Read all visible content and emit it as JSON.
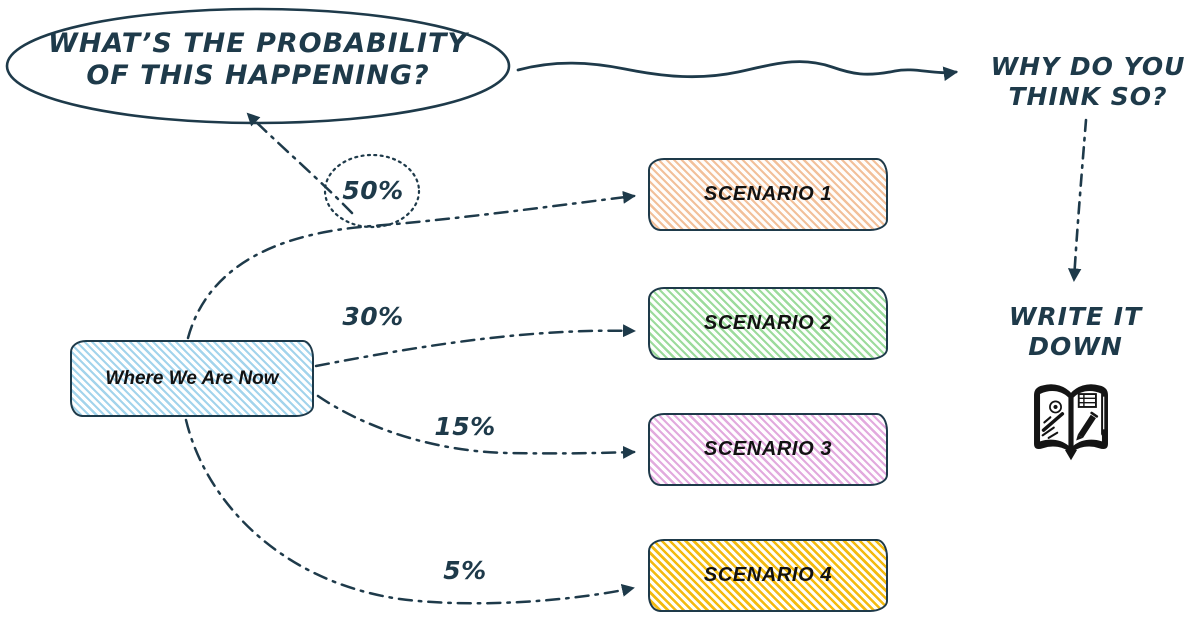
{
  "colors": {
    "ink": "#1e3a4a",
    "box_text": "#121212",
    "current_state_stripe": "#a3d4ec",
    "scenario_stripes": [
      "#f2c09a",
      "#9cdb9c",
      "#e2aade",
      "#f2ba10"
    ]
  },
  "question_bubble": {
    "text": "WHAT’S THE PROBABILITY OF THIS HAPPENING?"
  },
  "prompts": {
    "why": "WHY DO YOU THINK SO?",
    "write": "WRITE IT DOWN",
    "write_icon": "open-book-with-pen"
  },
  "current_state": {
    "label": "Where We Are Now"
  },
  "scenarios": [
    {
      "label": "SCENARIO 1",
      "probability": "50%",
      "probability_highlighted": true
    },
    {
      "label": "SCENARIO 2",
      "probability": "30%",
      "probability_highlighted": false
    },
    {
      "label": "SCENARIO 3",
      "probability": "15%",
      "probability_highlighted": false
    },
    {
      "label": "SCENARIO 4",
      "probability": "5%",
      "probability_highlighted": false
    }
  ]
}
